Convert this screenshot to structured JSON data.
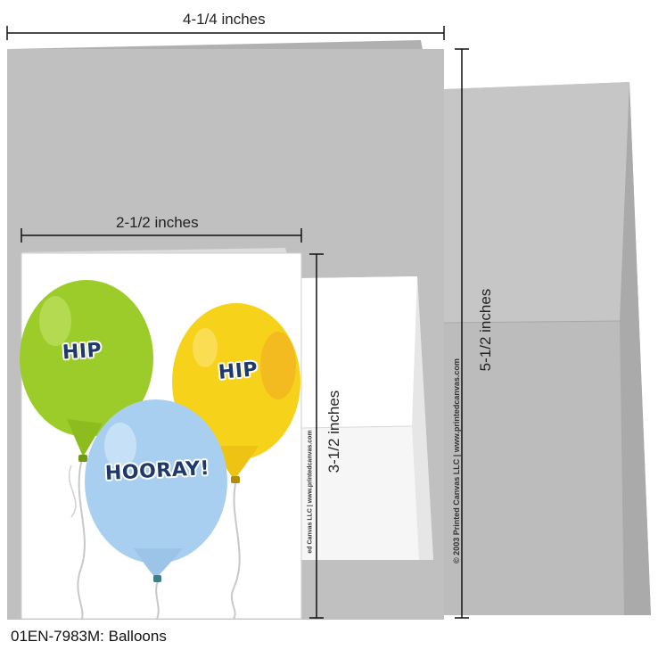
{
  "dimensions": {
    "outer_width": "4-1/4 inches",
    "outer_height": "5-1/2 inches",
    "inner_width": "2-1/2 inches",
    "inner_height": "3-1/2 inches"
  },
  "copyright": {
    "large": "© 2003 Printed Canvas LLC | www.printedcanvas.com",
    "small": "ed Canvas LLC | www.printedcanvas.com"
  },
  "card": {
    "balloons": [
      {
        "text": "HIP",
        "color": "#9ccc2a"
      },
      {
        "text": "HIP",
        "color": "#f7d21a"
      },
      {
        "text": "HOORAY!",
        "color": "#a9cff0"
      }
    ]
  },
  "caption": "01EN-7983M: Balloons"
}
